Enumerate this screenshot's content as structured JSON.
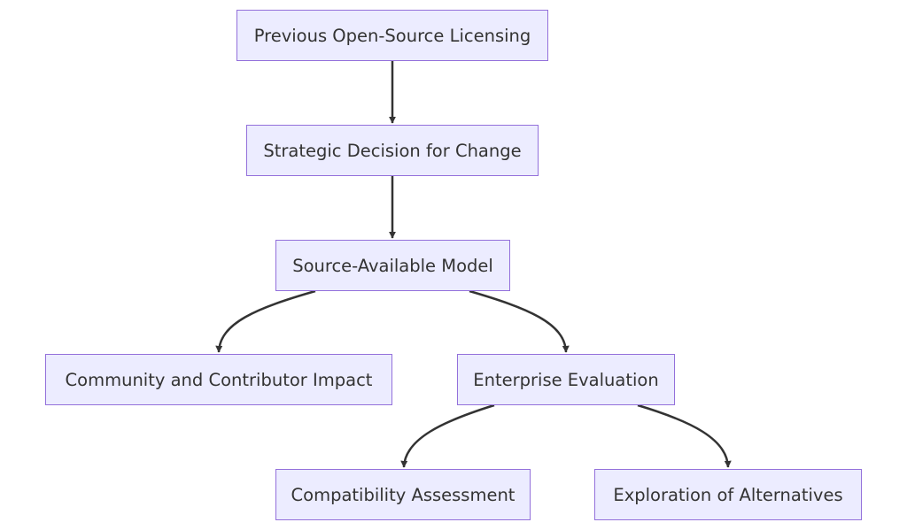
{
  "diagram": {
    "nodes": {
      "previous_licensing": "Previous Open-Source Licensing",
      "strategic_decision": "Strategic Decision for Change",
      "source_available": "Source-Available Model",
      "community_impact": "Community and Contributor Impact",
      "enterprise_evaluation": "Enterprise Evaluation",
      "compatibility_assessment": "Compatibility Assessment",
      "exploration_alternatives": "Exploration of Alternatives"
    },
    "edges": [
      {
        "from": "previous_licensing",
        "to": "strategic_decision"
      },
      {
        "from": "strategic_decision",
        "to": "source_available"
      },
      {
        "from": "source_available",
        "to": "community_impact"
      },
      {
        "from": "source_available",
        "to": "enterprise_evaluation"
      },
      {
        "from": "enterprise_evaluation",
        "to": "compatibility_assessment"
      },
      {
        "from": "enterprise_evaluation",
        "to": "exploration_alternatives"
      }
    ],
    "colors": {
      "node_fill": "#ececff",
      "node_border": "#9370db",
      "edge": "#333333",
      "text": "#333333"
    }
  }
}
